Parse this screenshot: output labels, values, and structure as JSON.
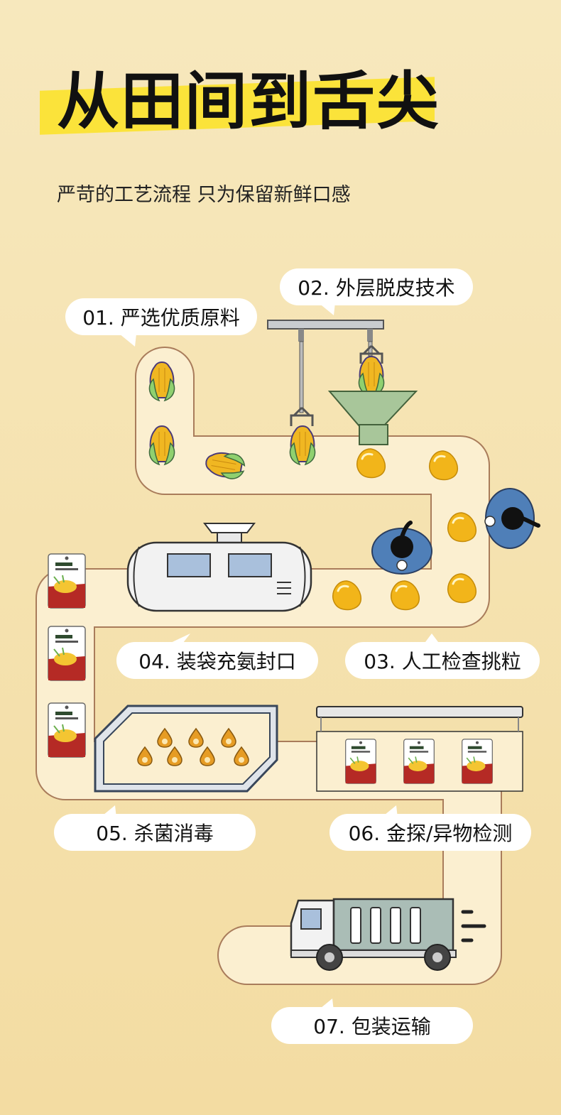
{
  "title": "从田间到舌尖",
  "subtitle": "严苛的工艺流程 只为保留新鲜口感",
  "steps": [
    {
      "label": "01. 严选优质原料"
    },
    {
      "label": "02. 外层脱皮技术"
    },
    {
      "label": "03. 人工检查挑粒"
    },
    {
      "label": "04. 装袋充氨封口"
    },
    {
      "label": "05. 杀菌消毒"
    },
    {
      "label": "06. 金探/异物检测"
    },
    {
      "label": "07. 包装运输"
    }
  ],
  "colors": {
    "background": "#f5e2ad",
    "highlight": "#fbe33a",
    "path": "#fbefd0",
    "path_border": "#a97c5b",
    "corn": "#f0b722",
    "package_red": "#b52a25"
  },
  "icons": [
    "corn-icon",
    "claw-icon",
    "worker-icon",
    "sealing-machine-icon",
    "package-icon",
    "sterilizer-icon",
    "metal-detector-icon",
    "truck-icon"
  ]
}
